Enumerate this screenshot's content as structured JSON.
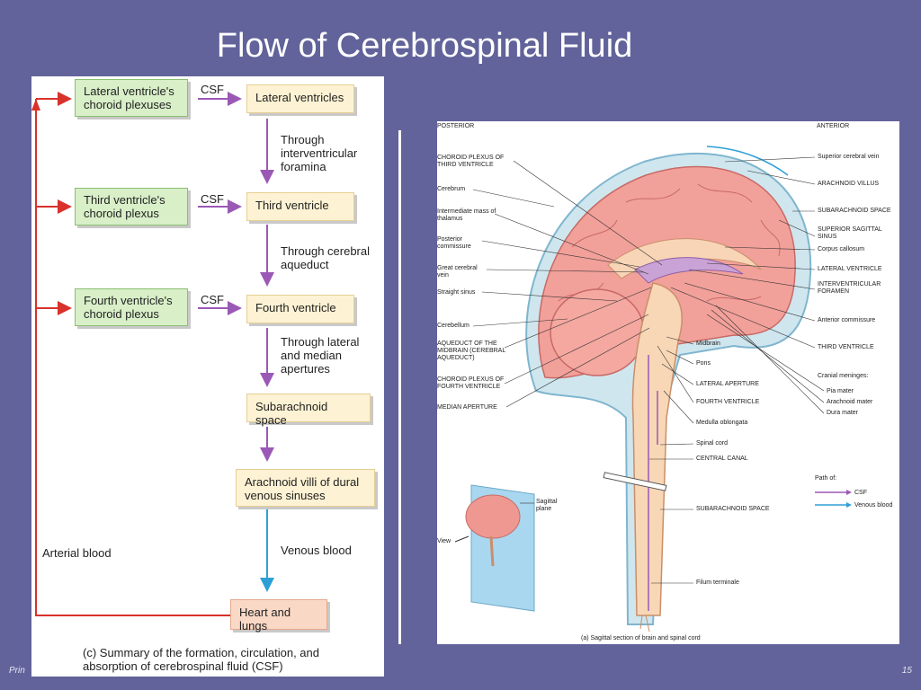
{
  "slide": {
    "title": "Flow of Cerebrospinal Fluid",
    "footer_left": "Prin",
    "page_number": "15"
  },
  "flowchart": {
    "sources": [
      {
        "label": "Lateral ventricle's choroid plexuses",
        "csf": "CSF"
      },
      {
        "label": "Third ventricle's choroid plexus",
        "csf": "CSF"
      },
      {
        "label": "Fourth ventricle's choroid plexus",
        "csf": "CSF"
      }
    ],
    "steps": [
      "Lateral ventricles",
      "Third ventricle",
      "Fourth ventricle",
      "Subarachnoid space",
      "Arachnoid villi of dural venous sinuses",
      "Heart and lungs"
    ],
    "transitions": [
      "Through interventricular foramina",
      "Through cerebral aqueduct",
      "Through lateral and median apertures",
      "Venous blood"
    ],
    "arterial_label": "Arterial blood",
    "caption": "(c) Summary of the formation, circulation, and absorption of cerebrospinal fluid (CSF)",
    "colors": {
      "csf_arrow": "#9b59b6",
      "venous_arrow": "#2e9fd6",
      "arterial_arrow": "#d9312b"
    }
  },
  "diagram": {
    "orientation": {
      "posterior": "POSTERIOR",
      "anterior": "ANTERIOR"
    },
    "left_labels": [
      "CHOROID PLEXUS OF THIRD VENTRICLE",
      "Cerebrum",
      "Intermediate mass of thalamus",
      "Posterior commissure",
      "Great cerebral vein",
      "Straight sinus",
      "Cerebellum",
      "AQUEDUCT OF THE MIDBRAIN (CEREBRAL AQUEDUCT)",
      "CHOROID PLEXUS OF FOURTH VENTRICLE",
      "MEDIAN APERTURE"
    ],
    "right_labels": [
      "Superior cerebral vein",
      "ARACHNOID VILLUS",
      "SUBARACHNOID SPACE",
      "SUPERIOR SAGITTAL SINUS",
      "Corpus callosum",
      "LATERAL VENTRICLE",
      "INTERVENTRICULAR FORAMEN",
      "Anterior commissure",
      "THIRD VENTRICLE",
      "Cranial meninges:",
      "Pia mater",
      "Arachnoid mater",
      "Dura mater"
    ],
    "center_labels": [
      "Midbrain",
      "Pons",
      "LATERAL APERTURE",
      "FOURTH VENTRICLE",
      "Medulla oblongata",
      "Spinal cord",
      "CENTRAL CANAL",
      "SUBARACHNOID SPACE",
      "Filum terminale"
    ],
    "inset": {
      "sagittal_plane": "Sagittal plane",
      "view": "View"
    },
    "legend": {
      "title": "Path of:",
      "csf": "CSF",
      "venous": "Venous blood"
    },
    "caption": "(a) Sagittal section of brain and spinal cord"
  }
}
